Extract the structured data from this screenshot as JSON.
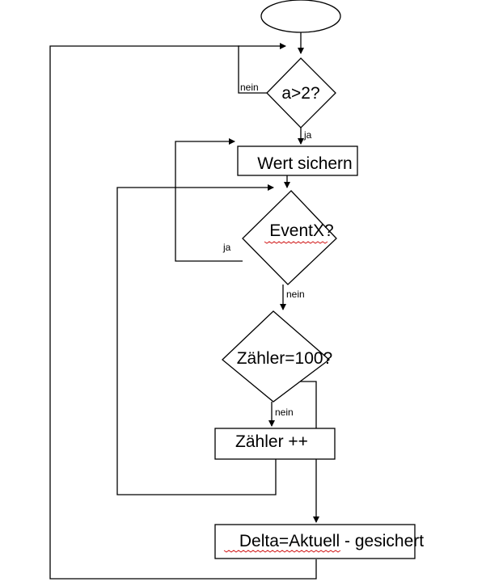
{
  "diagram": {
    "nodes": {
      "cond_a": "a>2?",
      "save": "Wert sichern",
      "event": "EventX?",
      "counter_check": "Zähler=100?",
      "increment": "Zähler ++",
      "delta": "Delta=Aktuell - gesichert"
    },
    "edge_labels": {
      "a_no": "nein",
      "a_yes": "ja",
      "event_yes": "ja",
      "event_no": "nein",
      "counter_no": "nein"
    }
  }
}
